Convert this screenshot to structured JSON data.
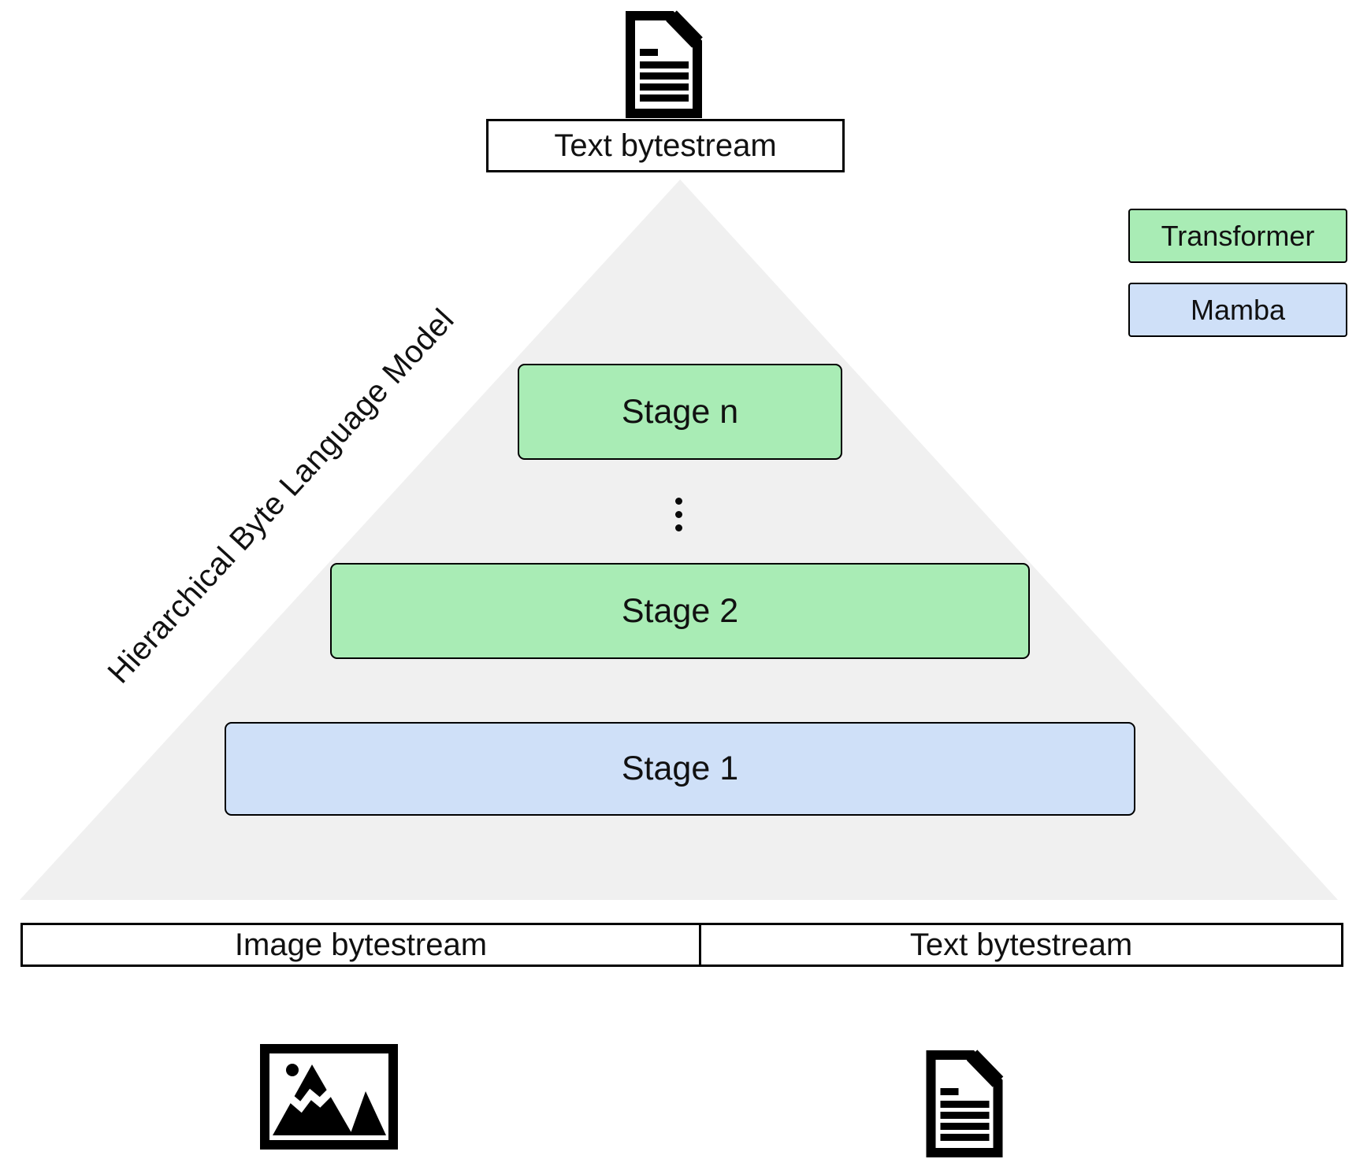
{
  "diagram_title": "Hierarchical Byte Language Model",
  "top": {
    "icon": "document-icon",
    "label": "Text bytestream"
  },
  "pyramid": {
    "stages": [
      {
        "label": "Stage n",
        "type": "Transformer"
      },
      {
        "label": "Stage 2",
        "type": "Transformer"
      },
      {
        "label": "Stage 1",
        "type": "Mamba"
      }
    ],
    "ellipsis": "vertical-ellipsis"
  },
  "legend": {
    "items": [
      {
        "label": "Transformer",
        "color": "#a9ecb5"
      },
      {
        "label": "Mamba",
        "color": "#cfe0f8"
      }
    ]
  },
  "bottom_bar": {
    "cells": [
      {
        "label": "Image bytestream",
        "icon": "image-icon"
      },
      {
        "label": "Text bytestream",
        "icon": "document-icon"
      }
    ]
  },
  "colors": {
    "transformer_green": "#a9ecb5",
    "mamba_blue": "#cfe0f8",
    "pyramid_gray": "#f0f0f0",
    "line_black": "#000000"
  }
}
